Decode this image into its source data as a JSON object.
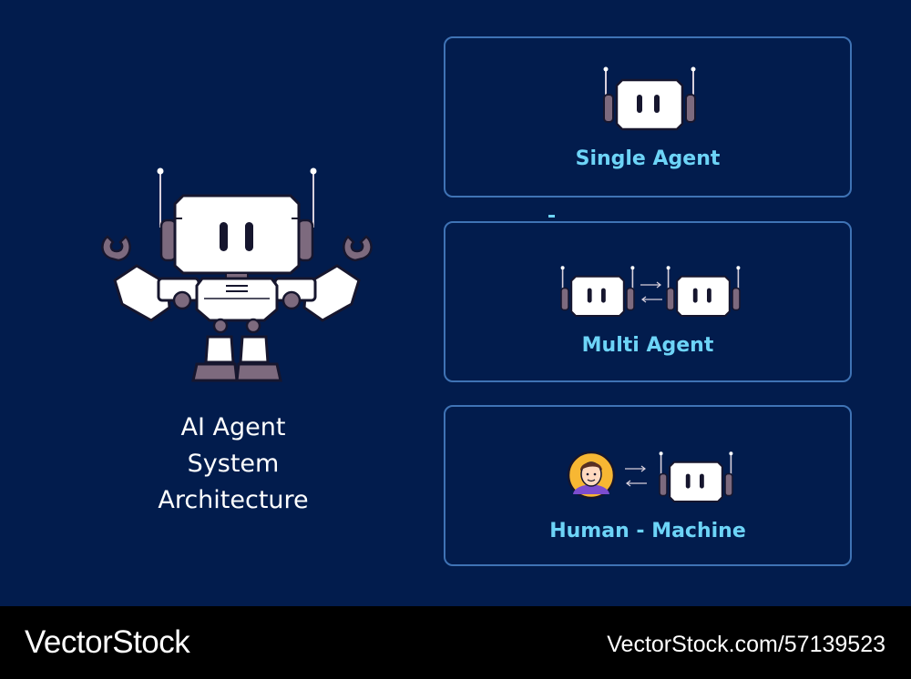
{
  "diagram": {
    "title_lines": [
      "AI Agent",
      "System",
      "Architecture"
    ],
    "cards": [
      {
        "label": "Single Agent"
      },
      {
        "label": "Multi  Agent"
      },
      {
        "label": "Human - Machine"
      }
    ]
  },
  "icons": {
    "robot_main": "robot-mascot-icon",
    "robot_head": "robot-head-icon",
    "exchange": "exchange-arrows-icon",
    "human": "human-avatar-icon"
  },
  "colors": {
    "background": "#021c4d",
    "card_border": "#3f73b5",
    "label": "#6dd4f7",
    "robot_body": "#ffffff",
    "robot_joint": "#7d6a7e",
    "footer": "#000000"
  },
  "watermark": {
    "brand": "VectorStock",
    "reference": "VectorStock.com/57139523"
  }
}
